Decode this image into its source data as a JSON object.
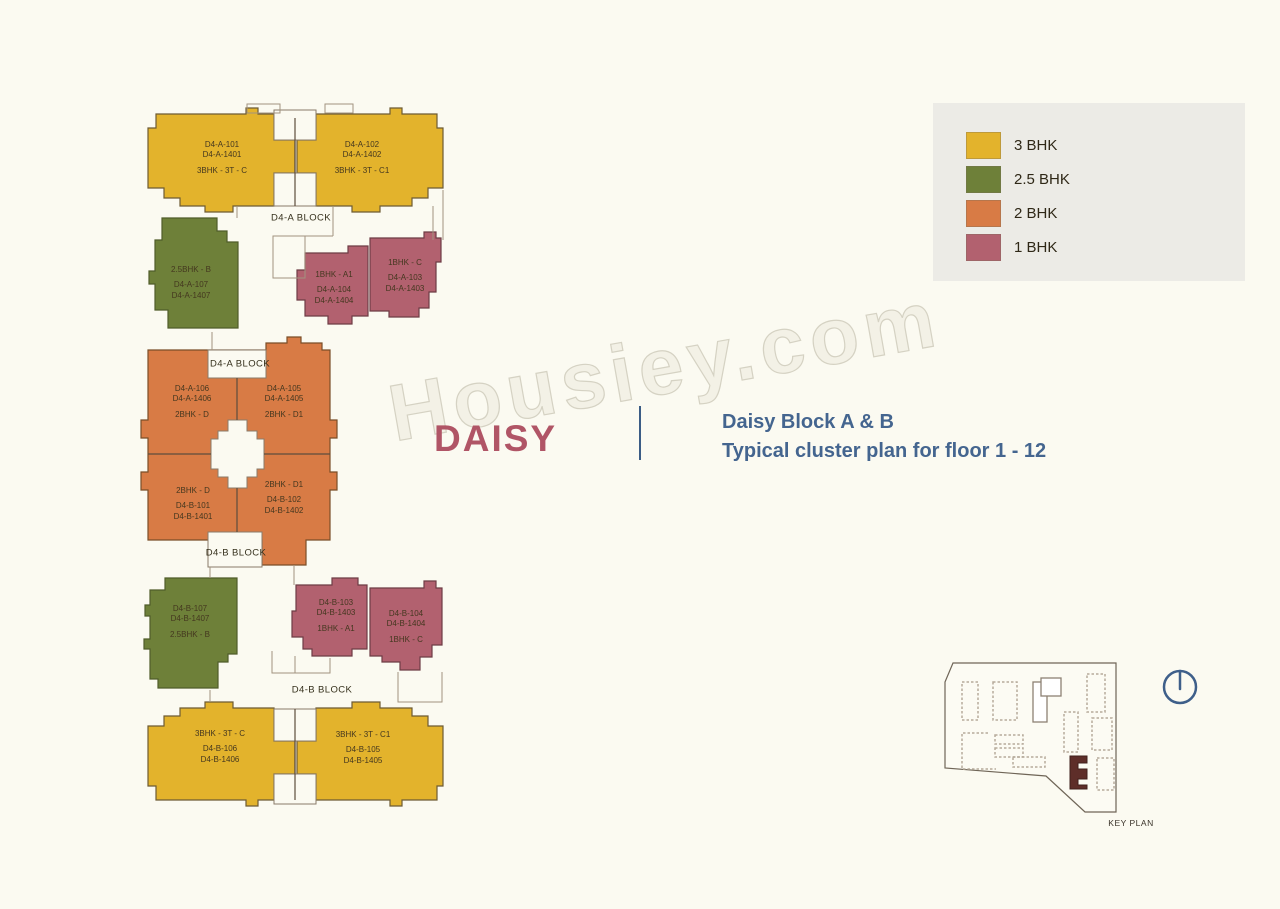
{
  "page": {
    "title_text": "DAISY",
    "subtitle1": "Daisy Block A & B",
    "subtitle2": "Typical cluster plan for floor 1 - 12",
    "watermark": "Housiey.com"
  },
  "legend": {
    "items": [
      {
        "label": "3 BHK",
        "color": "#e3b32c"
      },
      {
        "label": "2.5 BHK",
        "color": "#6e8039"
      },
      {
        "label": "2 BHK",
        "color": "#d87b45"
      },
      {
        "label": "1 BHK",
        "color": "#b2616f"
      }
    ]
  },
  "plan": {
    "block_labels": [
      "D4-A BLOCK",
      "D4-A BLOCK",
      "D4-B BLOCK",
      "D4-B BLOCK"
    ],
    "units": [
      {
        "id": "d4-a-101",
        "type": "3 BHK",
        "lines": [
          "D4-A-101",
          "D4-A-1401",
          "3BHK - 3T - C"
        ]
      },
      {
        "id": "d4-a-102",
        "type": "3 BHK",
        "lines": [
          "D4-A-102",
          "D4-A-1402",
          "3BHK - 3T - C1"
        ]
      },
      {
        "id": "d4-a-107",
        "type": "2.5 BHK",
        "lines": [
          "2.5BHK - B",
          "D4-A-107",
          "D4-A-1407"
        ]
      },
      {
        "id": "d4-a-104",
        "type": "1 BHK",
        "lines": [
          "1BHK - A1",
          "D4-A-104",
          "D4-A-1404"
        ]
      },
      {
        "id": "d4-a-103",
        "type": "1 BHK",
        "lines": [
          "1BHK - C",
          "D4-A-103",
          "D4-A-1403"
        ]
      },
      {
        "id": "d4-a-106",
        "type": "2 BHK",
        "lines": [
          "D4-A-106",
          "D4-A-1406",
          "2BHK - D"
        ]
      },
      {
        "id": "d4-a-105",
        "type": "2 BHK",
        "lines": [
          "D4-A-105",
          "D4-A-1405",
          "2BHK - D1"
        ]
      },
      {
        "id": "d4-b-101",
        "type": "2 BHK",
        "lines": [
          "2BHK - D",
          "D4-B-101",
          "D4-B-1401"
        ]
      },
      {
        "id": "d4-b-102",
        "type": "2 BHK",
        "lines": [
          "2BHK - D1",
          "D4-B-102",
          "D4-B-1402"
        ]
      },
      {
        "id": "d4-b-107",
        "type": "2.5 BHK",
        "lines": [
          "D4-B-107",
          "D4-B-1407",
          "2.5BHK - B"
        ]
      },
      {
        "id": "d4-b-103",
        "type": "1 BHK",
        "lines": [
          "D4-B-103",
          "D4-B-1403",
          "1BHK - A1"
        ]
      },
      {
        "id": "d4-b-104",
        "type": "1 BHK",
        "lines": [
          "D4-B-104",
          "D4-B-1404",
          "1BHK - C"
        ]
      },
      {
        "id": "d4-b-106",
        "type": "3 BHK",
        "lines": [
          "3BHK - 3T - C",
          "D4-B-106",
          "D4-B-1406"
        ]
      },
      {
        "id": "d4-b-105",
        "type": "3 BHK",
        "lines": [
          "3BHK - 3T - C1",
          "D4-B-105",
          "D4-B-1405"
        ]
      }
    ]
  },
  "key_plan": {
    "label": "KEY PLAN"
  }
}
